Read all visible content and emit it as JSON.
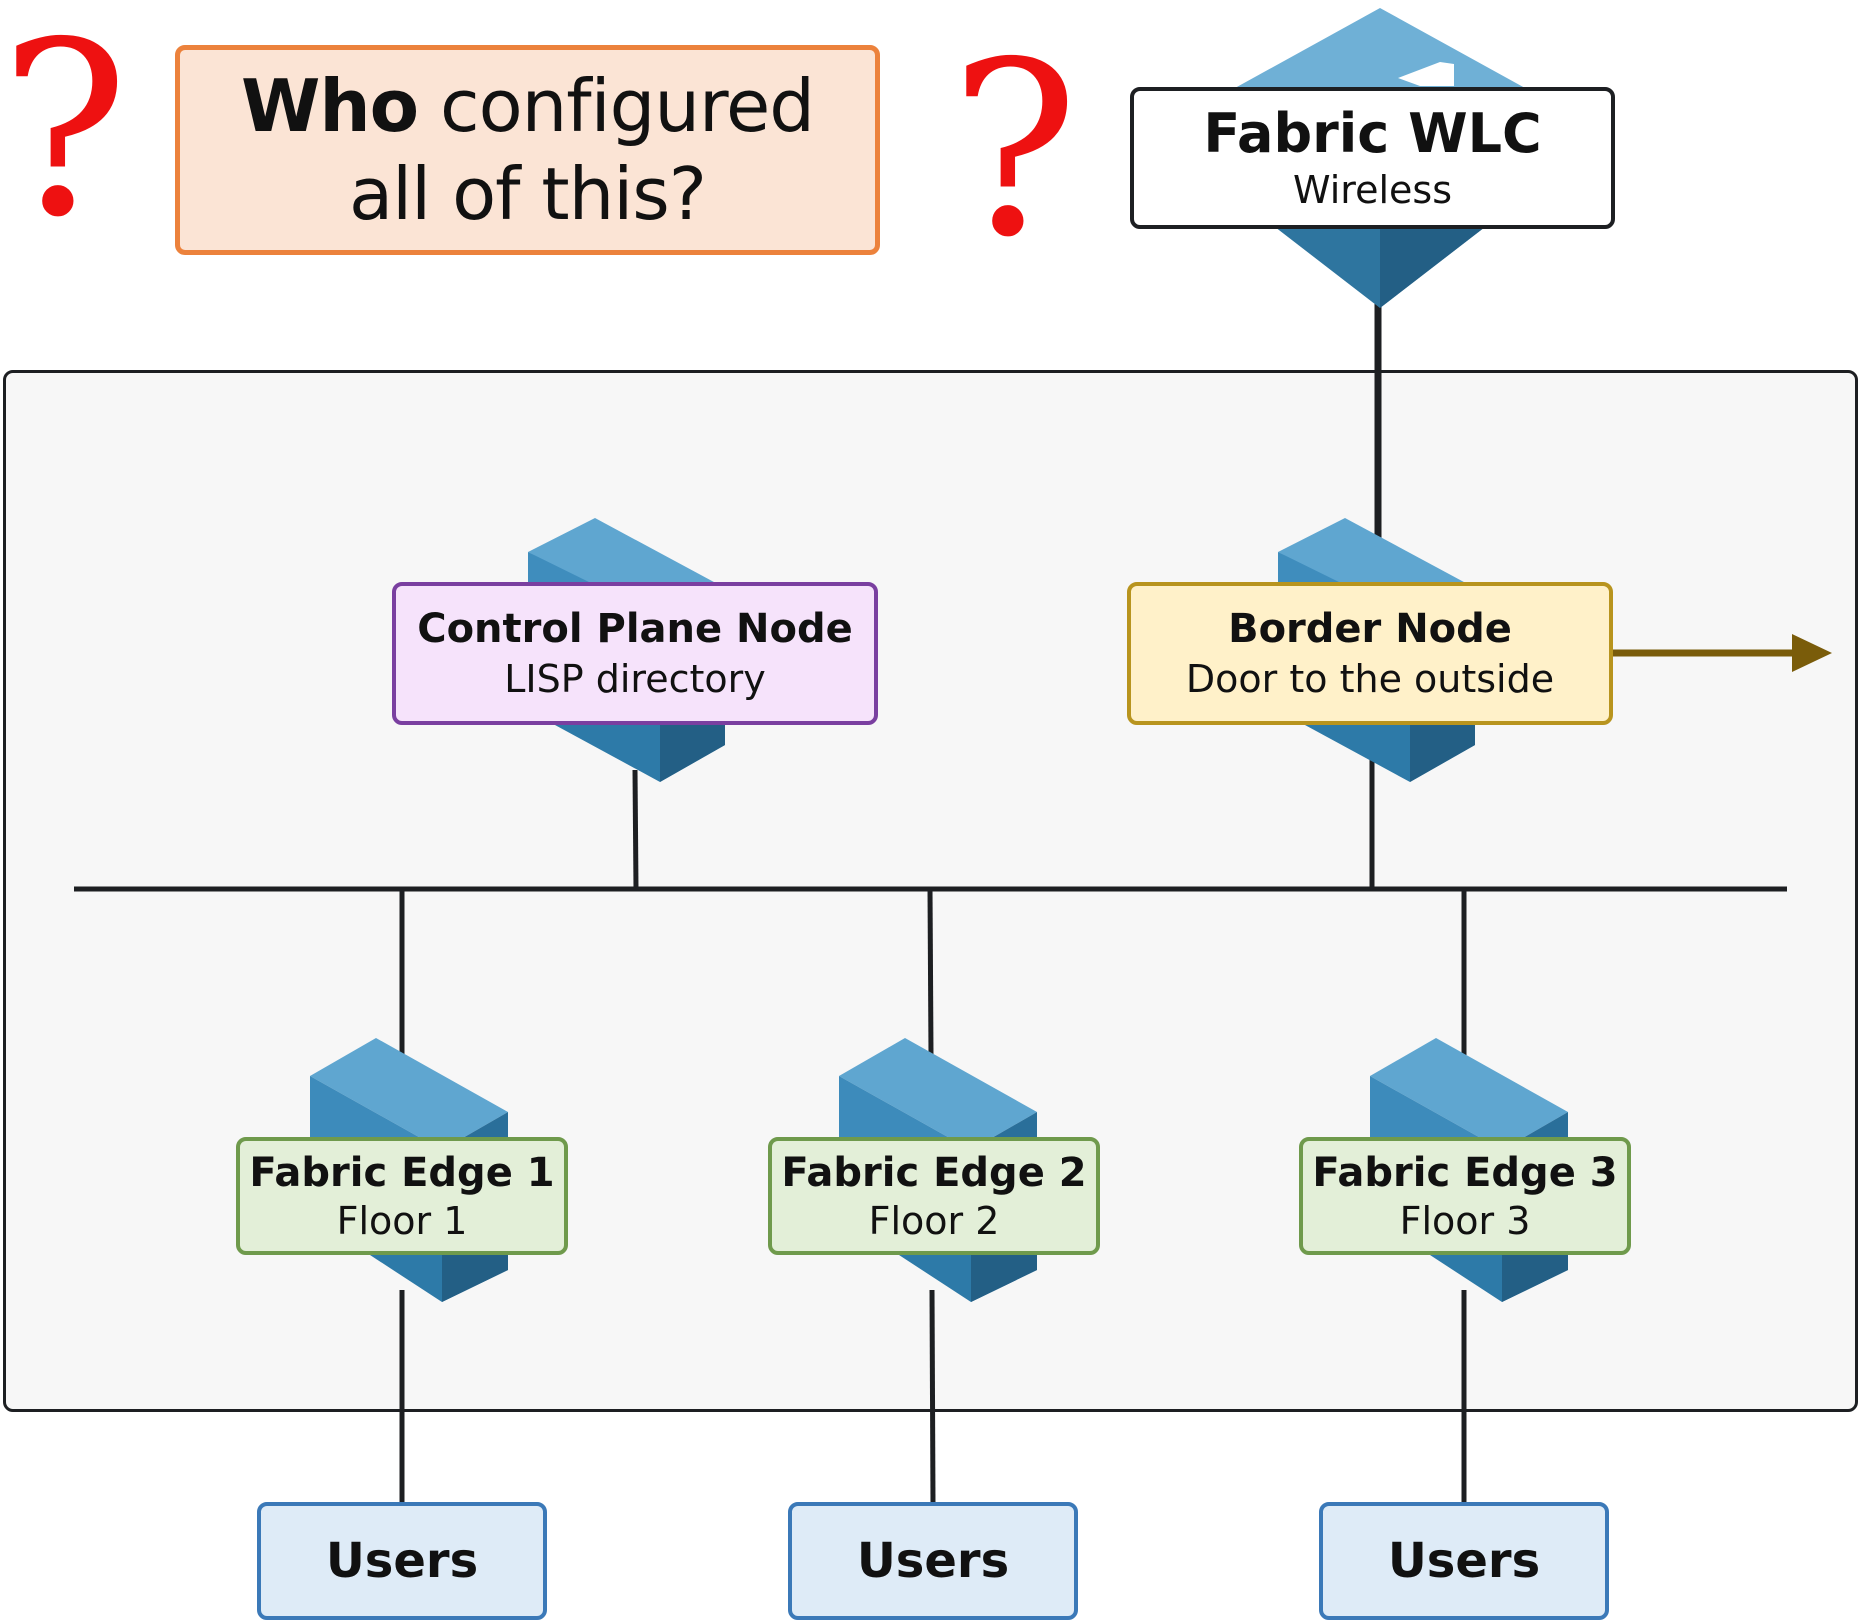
{
  "question": {
    "bold_word": "Who",
    "line1_rest": " configured",
    "line2": "all of this?",
    "mark_left": "?",
    "mark_right": "?"
  },
  "wlc": {
    "title": "Fabric WLC",
    "subtitle": "Wireless"
  },
  "control_plane": {
    "title": "Control Plane Node",
    "subtitle": "LISP directory"
  },
  "border_node": {
    "title": "Border Node",
    "subtitle": "Door to the outside"
  },
  "edges": [
    {
      "title": "Fabric Edge 1",
      "subtitle": "Floor 1"
    },
    {
      "title": "Fabric Edge 2",
      "subtitle": "Floor 2"
    },
    {
      "title": "Fabric Edge 3",
      "subtitle": "Floor 3"
    }
  ],
  "users": [
    {
      "label": "Users"
    },
    {
      "label": "Users"
    },
    {
      "label": "Users"
    }
  ],
  "colors": {
    "line": "#1d1f22",
    "arrow": "#7a5c0a",
    "question_mark": "#ee1111",
    "device_light": "#6fb0d6",
    "device_mid": "#3a86b3",
    "device_dark": "#235f85"
  },
  "icons": {
    "wlc_device": "wireless-controller-icon",
    "switch_device": "multilayer-switch-icon",
    "exit_arrow": "arrow-right-icon"
  }
}
